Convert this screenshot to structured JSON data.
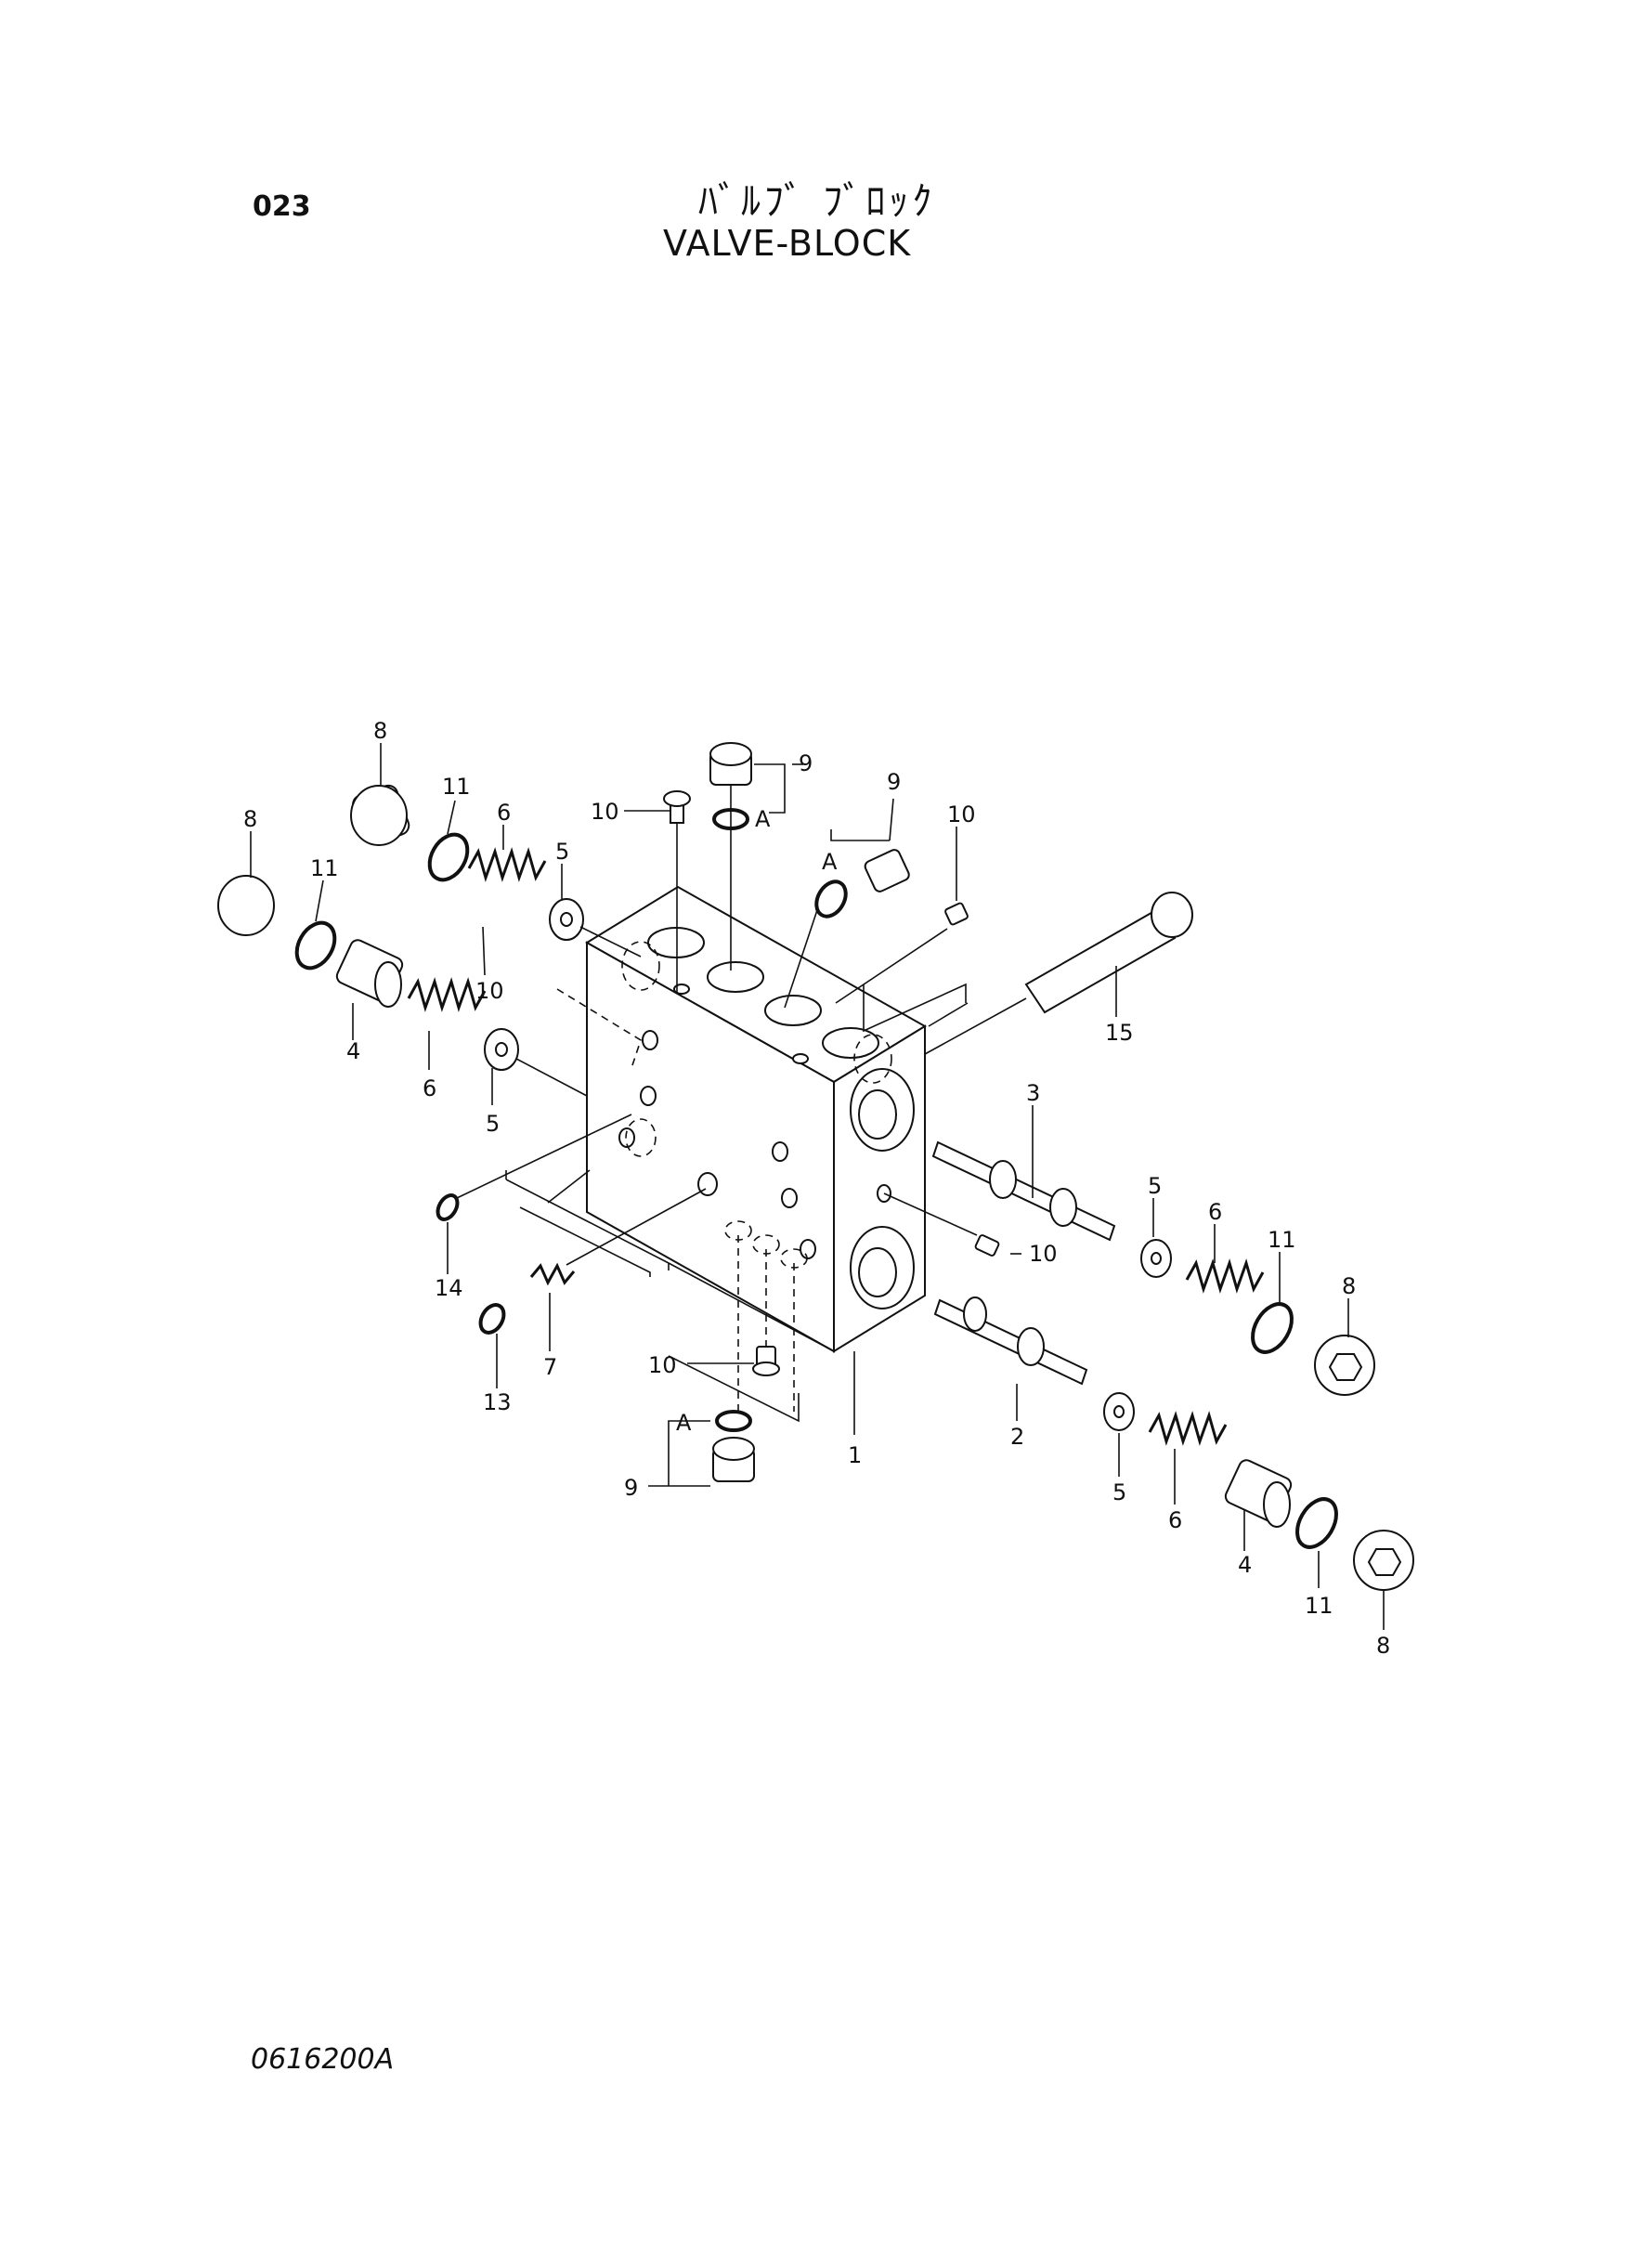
{
  "header": {
    "page_number": "023",
    "title_jp": "ﾊﾞﾙﾌﾞ ﾌﾞﾛｯｸ",
    "title_en": "VALVE-BLOCK"
  },
  "footer": {
    "drawing_code": "0616200A"
  },
  "callouts": {
    "c1": "1",
    "c2": "2",
    "c3": "3",
    "c4a": "4",
    "c4b": "4",
    "c5a": "5",
    "c5b": "5",
    "c5c": "5",
    "c5d": "5",
    "c6a": "6",
    "c6b": "6",
    "c6c": "6",
    "c6d": "6",
    "c7": "7",
    "c8a": "8",
    "c8b": "8",
    "c8c": "8",
    "c8d": "8",
    "c9a": "9",
    "c9b": "9",
    "c9c": "9",
    "c10a": "10",
    "c10b": "10",
    "c10c": "10",
    "c10d": "10",
    "c11a": "11",
    "c11b": "11",
    "c11c": "11",
    "c11d": "11",
    "c13": "13",
    "c14": "14",
    "c15": "15",
    "refA1": "A",
    "refA2": "A",
    "refA3": "A"
  }
}
